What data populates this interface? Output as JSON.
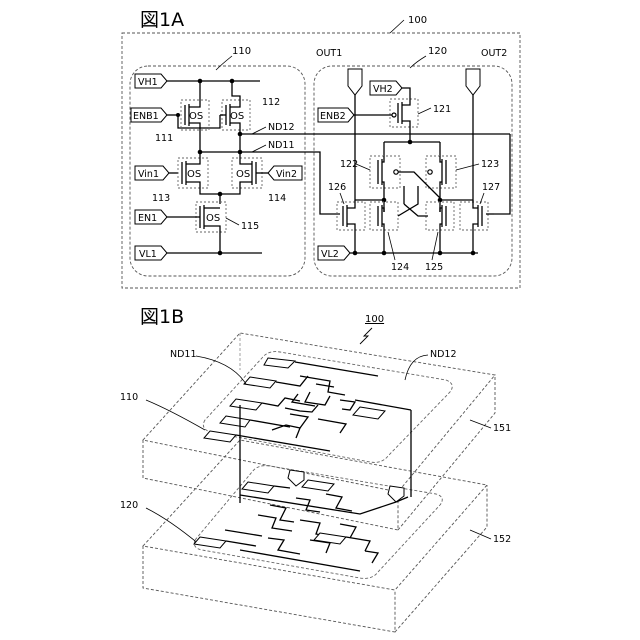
{
  "fig1a": {
    "title": "図1A",
    "ref_total": "100",
    "block_110": "110",
    "block_120": "120",
    "terminals": {
      "vh1": "VH1",
      "enb1": "ENB1",
      "vin1": "Vin1",
      "vin2": "Vin2",
      "en1": "EN1",
      "vl1": "VL1",
      "out1": "OUT1",
      "out2": "OUT2",
      "vh2": "VH2",
      "enb2": "ENB2",
      "vl2": "VL2"
    },
    "nodes": {
      "nd12": "ND12",
      "nd11": "ND11"
    },
    "os_label": "OS",
    "transistors": {
      "t111": "111",
      "t112": "112",
      "t113": "113",
      "t114": "114",
      "t115": "115",
      "t121": "121",
      "t122": "122",
      "t123": "123",
      "t124": "124",
      "t125": "125",
      "t126": "126",
      "t127": "127"
    }
  },
  "fig1b": {
    "title": "図1B",
    "ref_total": "100",
    "nd11": "ND11",
    "nd12": "ND12",
    "layer_110": "110",
    "layer_120": "120",
    "layer_151": "151",
    "layer_152": "152"
  }
}
